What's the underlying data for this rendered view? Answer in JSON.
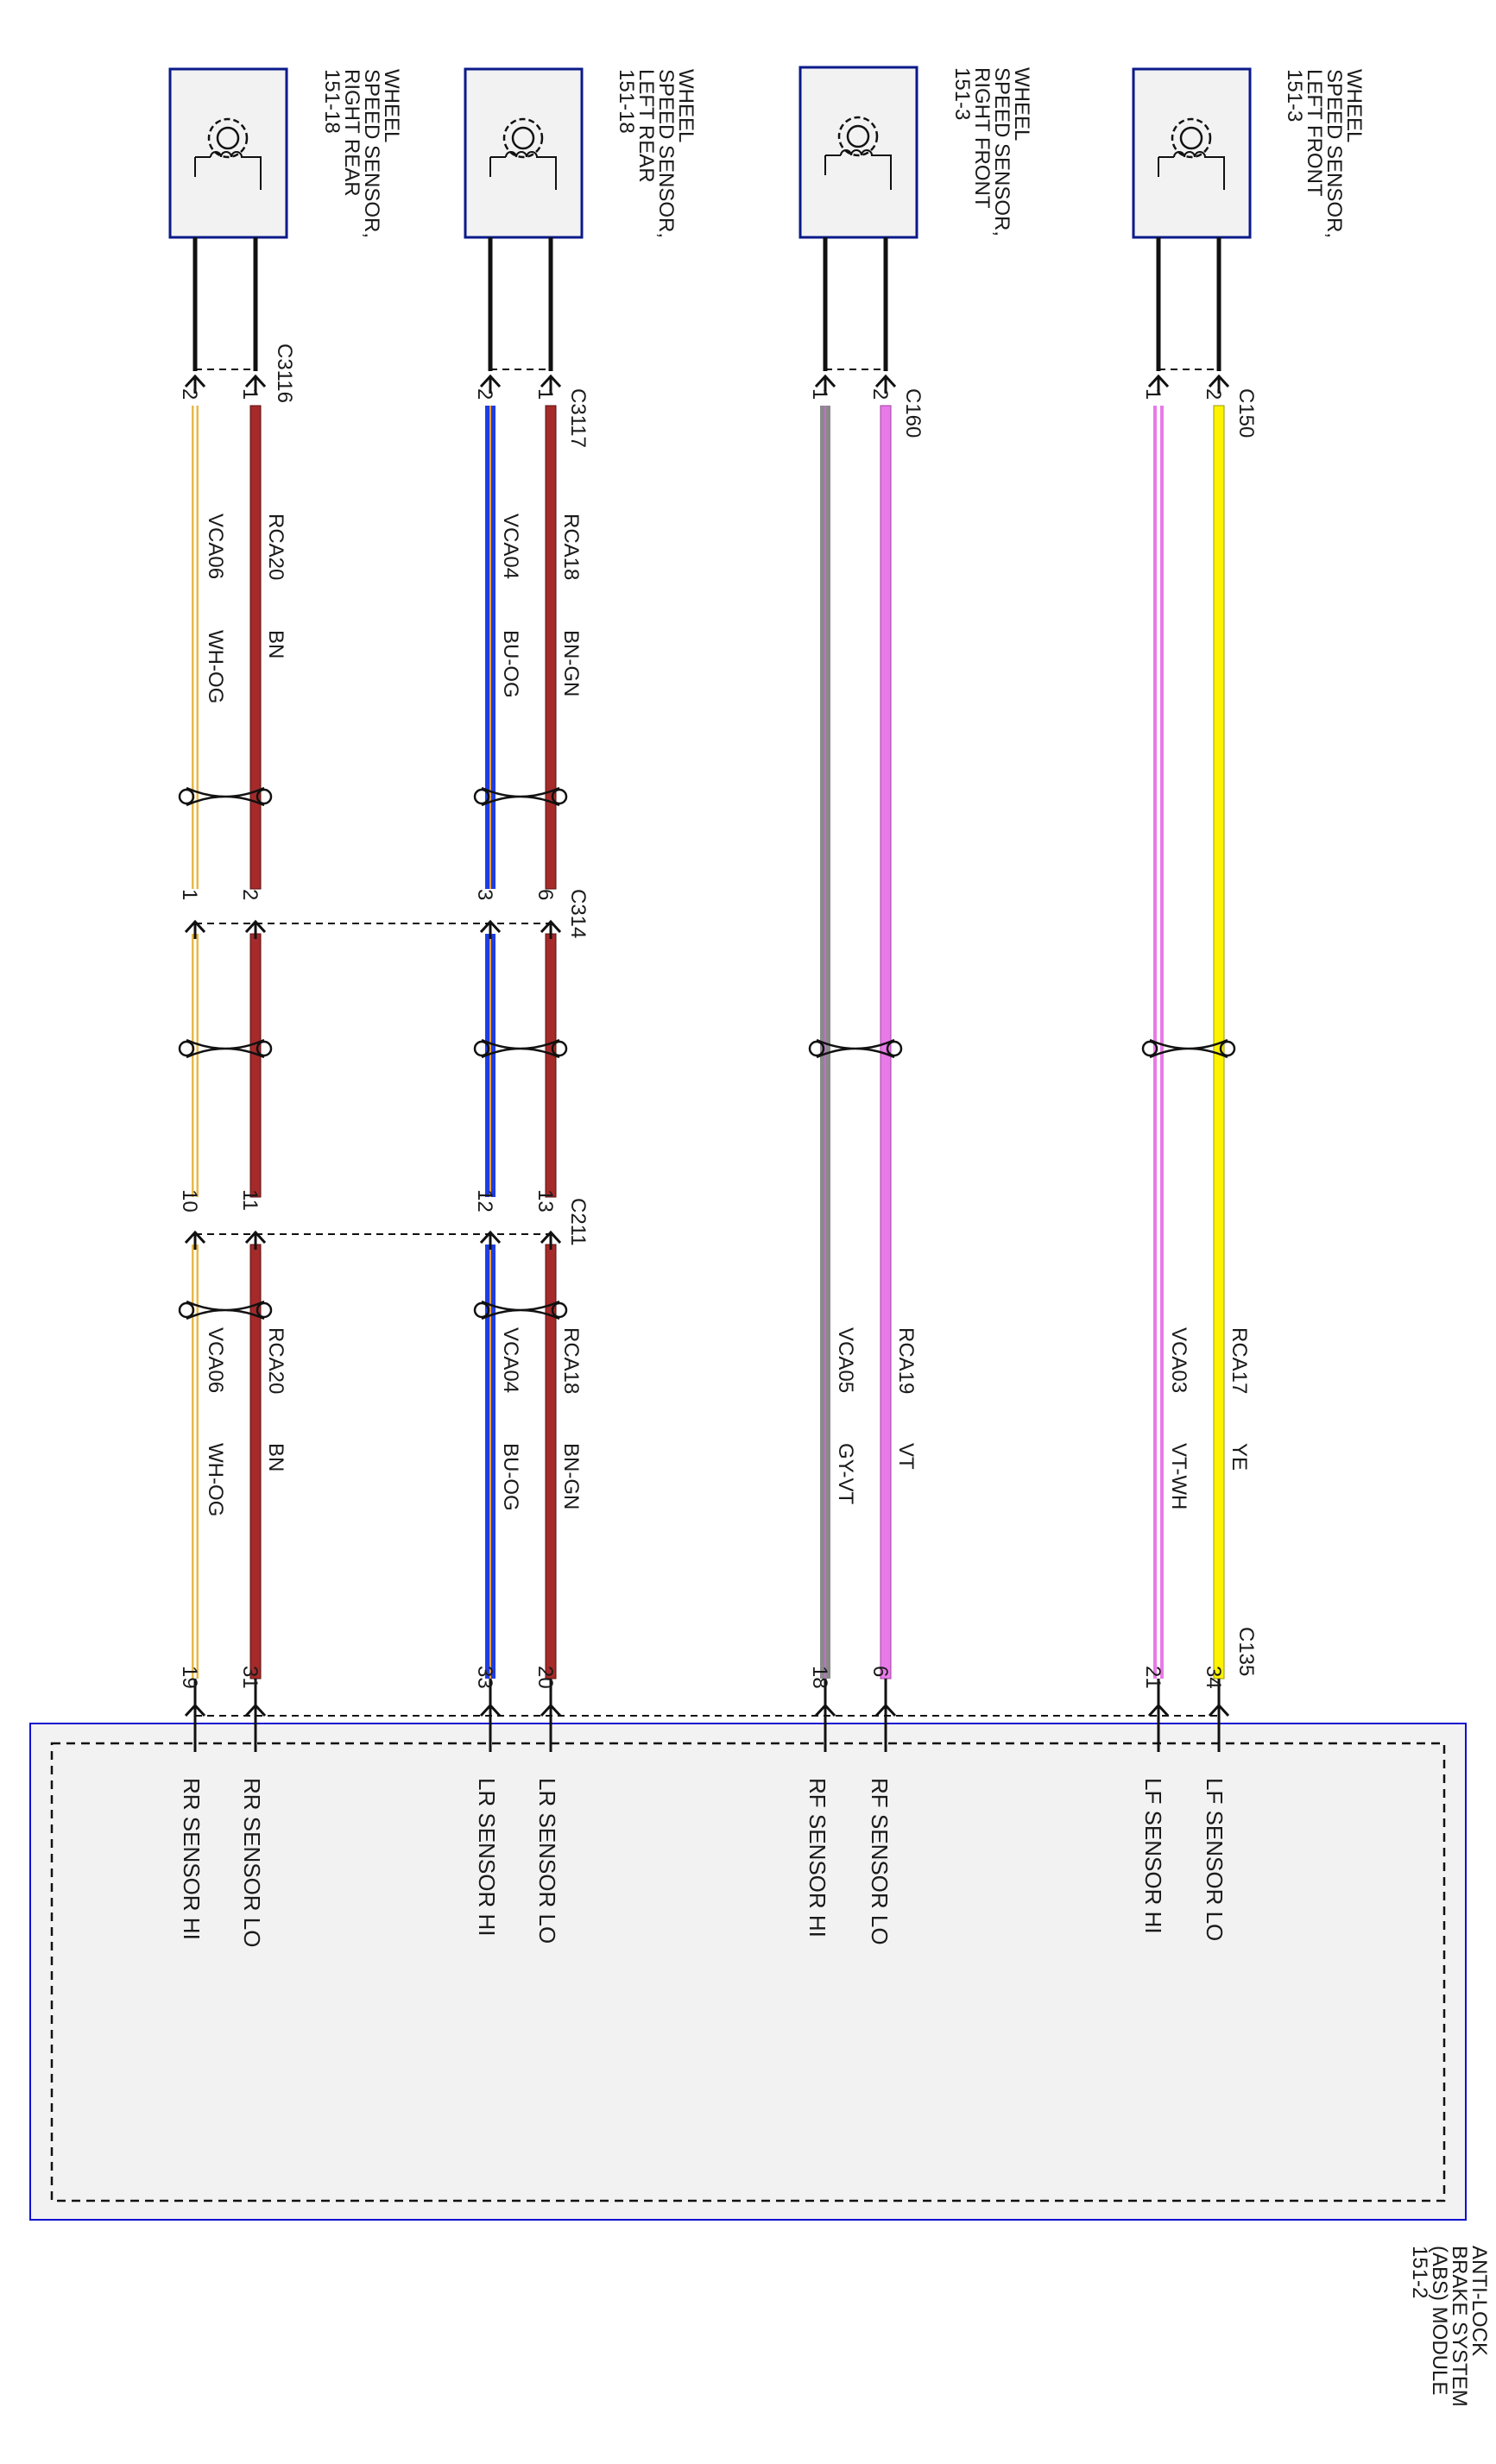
{
  "sensors": [
    {
      "id": "rr",
      "line1": "WHEEL",
      "line2": "SPEED SENSOR,",
      "line3": "RIGHT REAR",
      "line4": "151-18"
    },
    {
      "id": "lr",
      "line1": "WHEEL",
      "line2": "SPEED SENSOR,",
      "line3": "LEFT REAR",
      "line4": "151-18"
    },
    {
      "id": "rf",
      "line1": "WHEEL",
      "line2": "SPEED SENSOR,",
      "line3": "RIGHT FRONT",
      "line4": "151-3"
    },
    {
      "id": "lf",
      "line1": "WHEEL",
      "line2": "SPEED SENSOR,",
      "line3": "LEFT FRONT",
      "line4": "151-3"
    }
  ],
  "connectors": {
    "c3116": "C3116",
    "c3117": "C3117",
    "c160": "C160",
    "c150": "C150",
    "c314": "C314",
    "c211": "C211",
    "c135": "C135"
  },
  "wires": [
    {
      "id": "rr_hi",
      "color": "#E8B84A",
      "stripe": "#ffffff",
      "circuit1": "VCA06",
      "code1": "WH-OG",
      "circuit2": "VCA06",
      "code2": "WH-OG",
      "pin_sensor": "2",
      "pin_c314": "1",
      "pin_c211": "10",
      "pin_module": "19",
      "module_label": "RR SENSOR HI"
    },
    {
      "id": "rr_lo",
      "color": "#A52A2A",
      "stripe": "",
      "circuit1": "RCA20",
      "code1": "BN",
      "circuit2": "RCA20",
      "code2": "BN",
      "pin_sensor": "1",
      "pin_c314": "2",
      "pin_c211": "11",
      "pin_module": "31",
      "module_label": "RR SENSOR LO"
    },
    {
      "id": "lr_hi",
      "color": "#1E3EE0",
      "stripe": "#E8A040",
      "circuit1": "VCA04",
      "code1": "BU-OG",
      "circuit2": "VCA04",
      "code2": "BU-OG",
      "pin_sensor": "2",
      "pin_c314": "3",
      "pin_c211": "12",
      "pin_module": "33",
      "module_label": "LR SENSOR HI"
    },
    {
      "id": "lr_lo",
      "color": "#A52A2A",
      "stripe": "#4f8a3a",
      "circuit1": "RCA18",
      "code1": "BN-GN",
      "circuit2": "RCA18",
      "code2": "BN-GN",
      "pin_sensor": "1",
      "pin_c314": "6",
      "pin_c211": "13",
      "pin_module": "20",
      "module_label": "LR SENSOR LO"
    },
    {
      "id": "rf_hi",
      "color": "#8A8A8A",
      "stripe": "#C070D0",
      "circuit1": "VCA05",
      "code1": "GY-VT",
      "pin_sensor": "1",
      "pin_module": "18",
      "module_label": "RF SENSOR HI"
    },
    {
      "id": "rf_lo",
      "color": "#E87AE8",
      "stripe": "",
      "circuit1": "RCA19",
      "code1": "VT",
      "pin_sensor": "2",
      "pin_module": "6",
      "module_label": "RF SENSOR LO"
    },
    {
      "id": "lf_hi",
      "color": "#E87AE8",
      "stripe": "#ffffff",
      "circuit1": "VCA03",
      "code1": "VT-WH",
      "pin_sensor": "1",
      "pin_module": "21",
      "module_label": "LF SENSOR HI"
    },
    {
      "id": "lf_lo",
      "color": "#FFF200",
      "stripe": "",
      "circuit1": "RCA17",
      "code1": "YE",
      "pin_sensor": "2",
      "pin_module": "34",
      "module_label": "LF SENSOR LO"
    }
  ],
  "module": {
    "line1": "ANTI-LOCK",
    "line2": "BRAKE SYSTEM",
    "line3": "(ABS) MODULE",
    "line4": "151-2"
  },
  "icons": {
    "sensor": "gear-coil-icon",
    "pin": "connector-pin-icon",
    "twist": "twisted-pair-icon"
  }
}
